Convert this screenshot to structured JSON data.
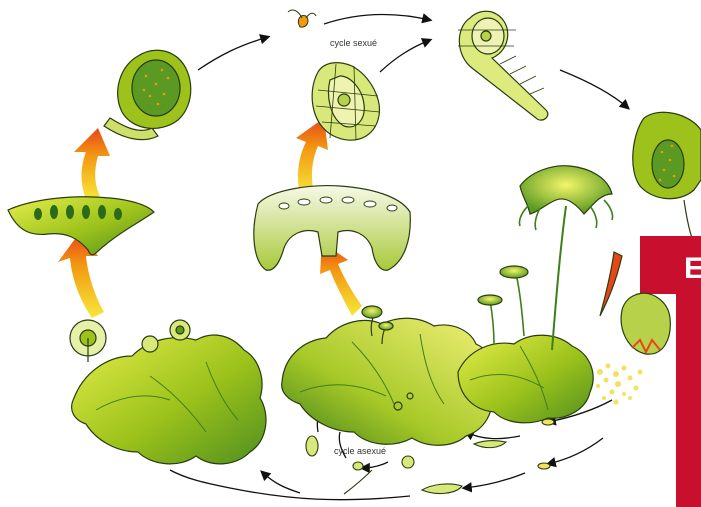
{
  "labels": {
    "sexual_cycle": "cycle sexué",
    "asexual_cycle": "cycle asexué",
    "badge_letter": "E"
  },
  "colors": {
    "leaf_light": "#e6ee4a",
    "leaf_mid": "#9cc21b",
    "leaf_dark": "#3f7f1a",
    "outline": "#2a3d0f",
    "arrow_orange": "#f39a12",
    "arrow_yellow": "#f7dd2a",
    "arrow_red": "#e8461a",
    "badge_red": "#c8102e",
    "spore_yellow": "#f2e35a",
    "cycle_arrow": "#111111"
  },
  "icons": [
    "sperm-icon",
    "antheridium-icon",
    "archegonium-icon",
    "sporophyte-icon",
    "spore-cloud-icon",
    "gemma-cup-icon"
  ]
}
